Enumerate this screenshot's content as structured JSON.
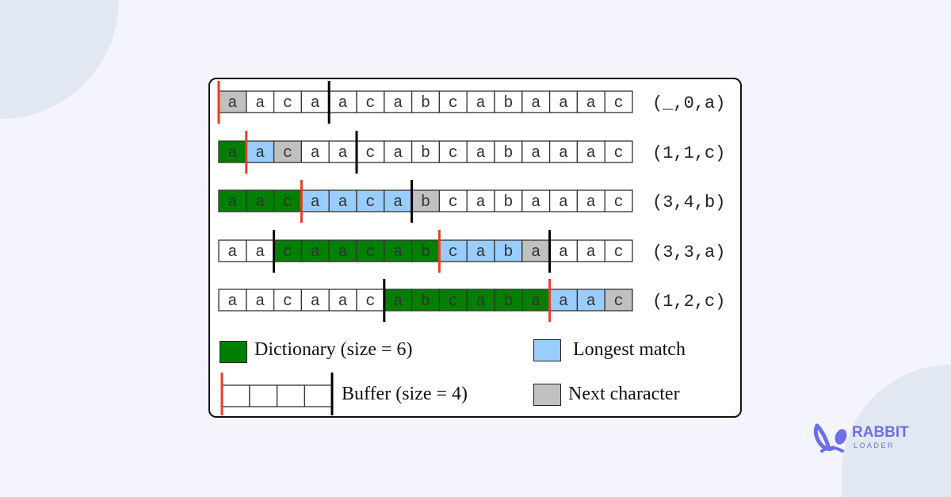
{
  "colors": {
    "dictionary": "#008000",
    "longest_match": "#99ccff",
    "next_character": "#c0c0c0",
    "buffer_start_marker": "#e8401c",
    "window_marker": "#000000"
  },
  "rows": [
    {
      "chars": "aacaacabcabaaac",
      "tuple": "(_,0,a)",
      "dictionary": [],
      "match": [],
      "next": 0,
      "red_at": 0,
      "black_at": [
        4
      ]
    },
    {
      "chars": "aacaacabcabaaac",
      "tuple": "(1,1,c)",
      "dictionary": [
        0,
        0
      ],
      "match": [
        1,
        1
      ],
      "next": 2,
      "red_at": 1,
      "black_at": [
        5
      ]
    },
    {
      "chars": "aacaacabcabaaac",
      "tuple": "(3,4,b)",
      "dictionary": [
        0,
        2
      ],
      "match": [
        3,
        6
      ],
      "next": 7,
      "red_at": 3,
      "black_at": [
        7
      ]
    },
    {
      "chars": "aacaacabcabaaac",
      "tuple": "(3,3,a)",
      "dictionary": [
        2,
        7
      ],
      "match": [
        8,
        10
      ],
      "next": 11,
      "red_at": 8,
      "black_at": [
        2,
        12
      ]
    },
    {
      "chars": "aacaacabcabaaac",
      "tuple": "(1,2,c)",
      "dictionary": [
        6,
        11
      ],
      "match": [
        12,
        13
      ],
      "next": 14,
      "red_at": 12,
      "black_at": [
        6
      ]
    }
  ],
  "legend": {
    "dictionary": "Dictionary (size = 6)",
    "longest_match": "Longest match",
    "buffer": "Buffer (size = 4)",
    "next_character": "Next character"
  },
  "logo": {
    "brand": "RABBIT",
    "sub": "LOADER"
  }
}
